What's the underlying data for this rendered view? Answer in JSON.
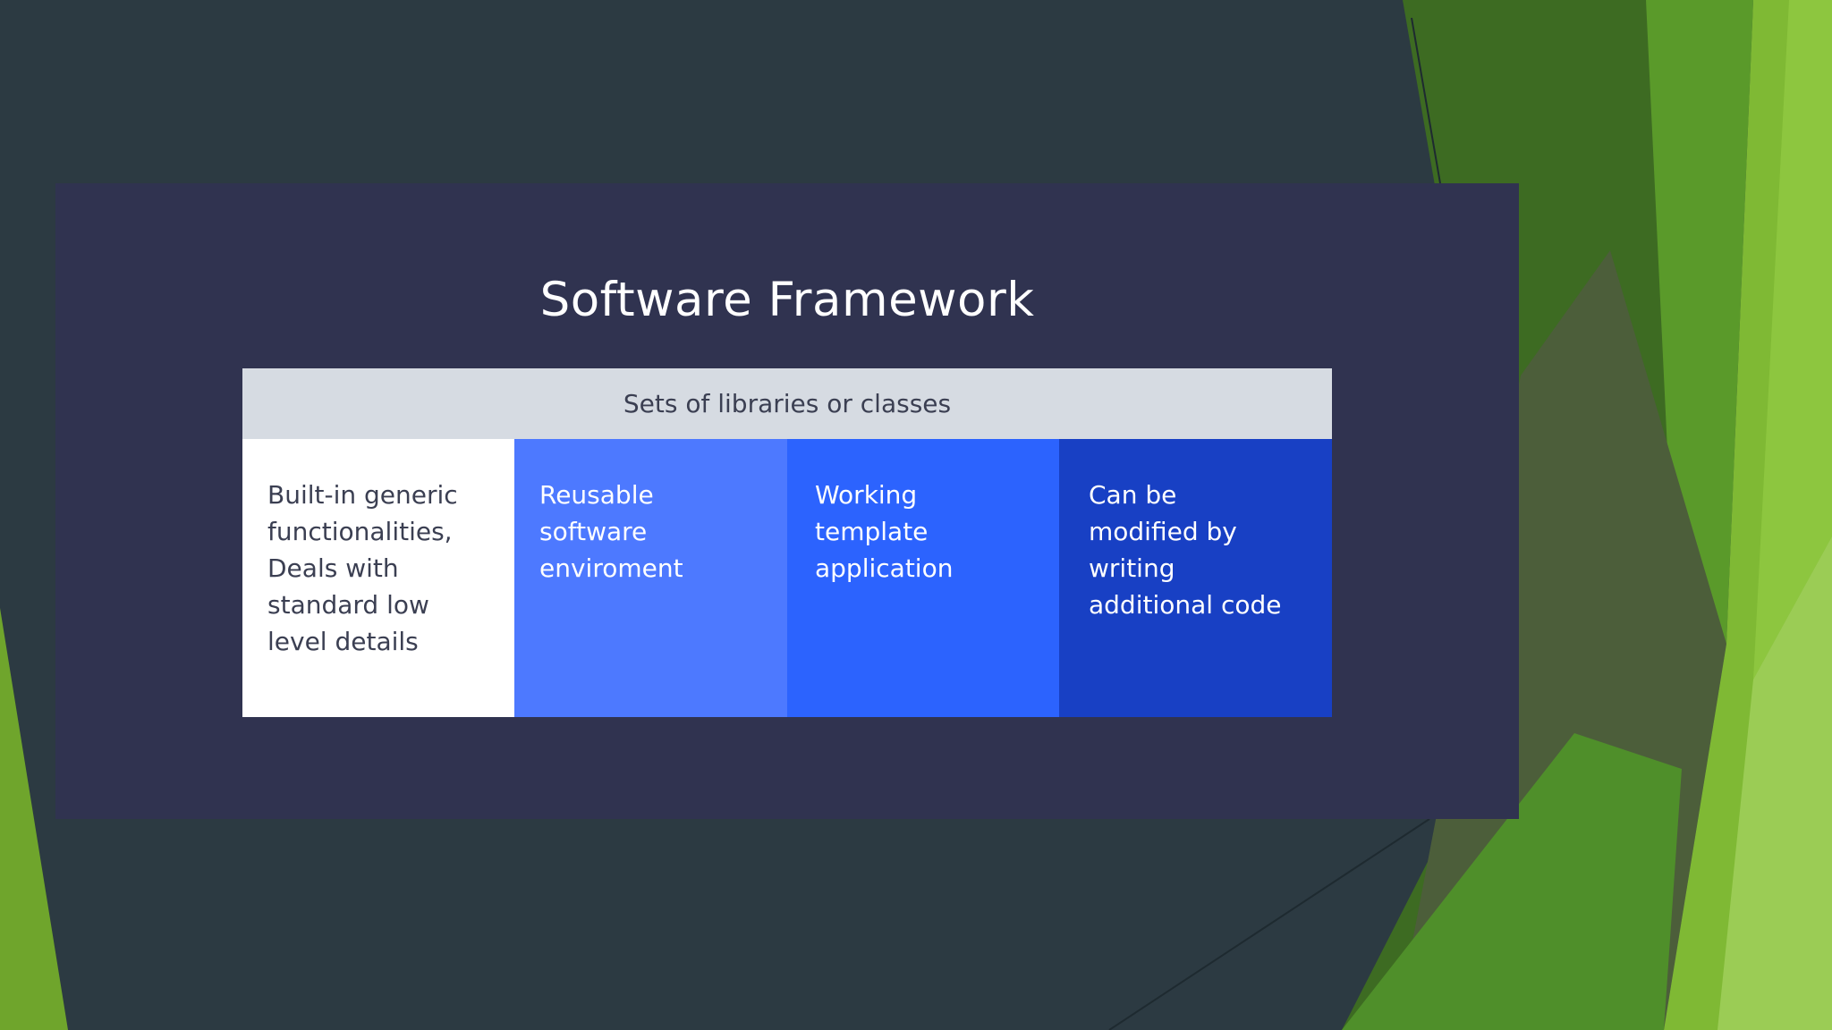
{
  "slide": {
    "title": "Software Framework"
  },
  "diagram": {
    "header": "Sets of libraries or classes",
    "boxes": [
      {
        "text": "Built-in generic\nfunctionalities,\nDeals with\nstandard low\nlevel details",
        "color": "#ffffff"
      },
      {
        "text": "Reusable\nsoftware\nenviroment",
        "color": "#4d79ff"
      },
      {
        "text": "Working\ntemplate\napplication",
        "color": "#2c63fe"
      },
      {
        "text": "Can be\nmodified by\nwriting\nadditional code",
        "color": "#1840c4"
      }
    ]
  },
  "theme": {
    "background": "#2c3a42",
    "card": "#303350",
    "header_bar": "#d6dbe2",
    "accent_green": "#8dc63f"
  }
}
